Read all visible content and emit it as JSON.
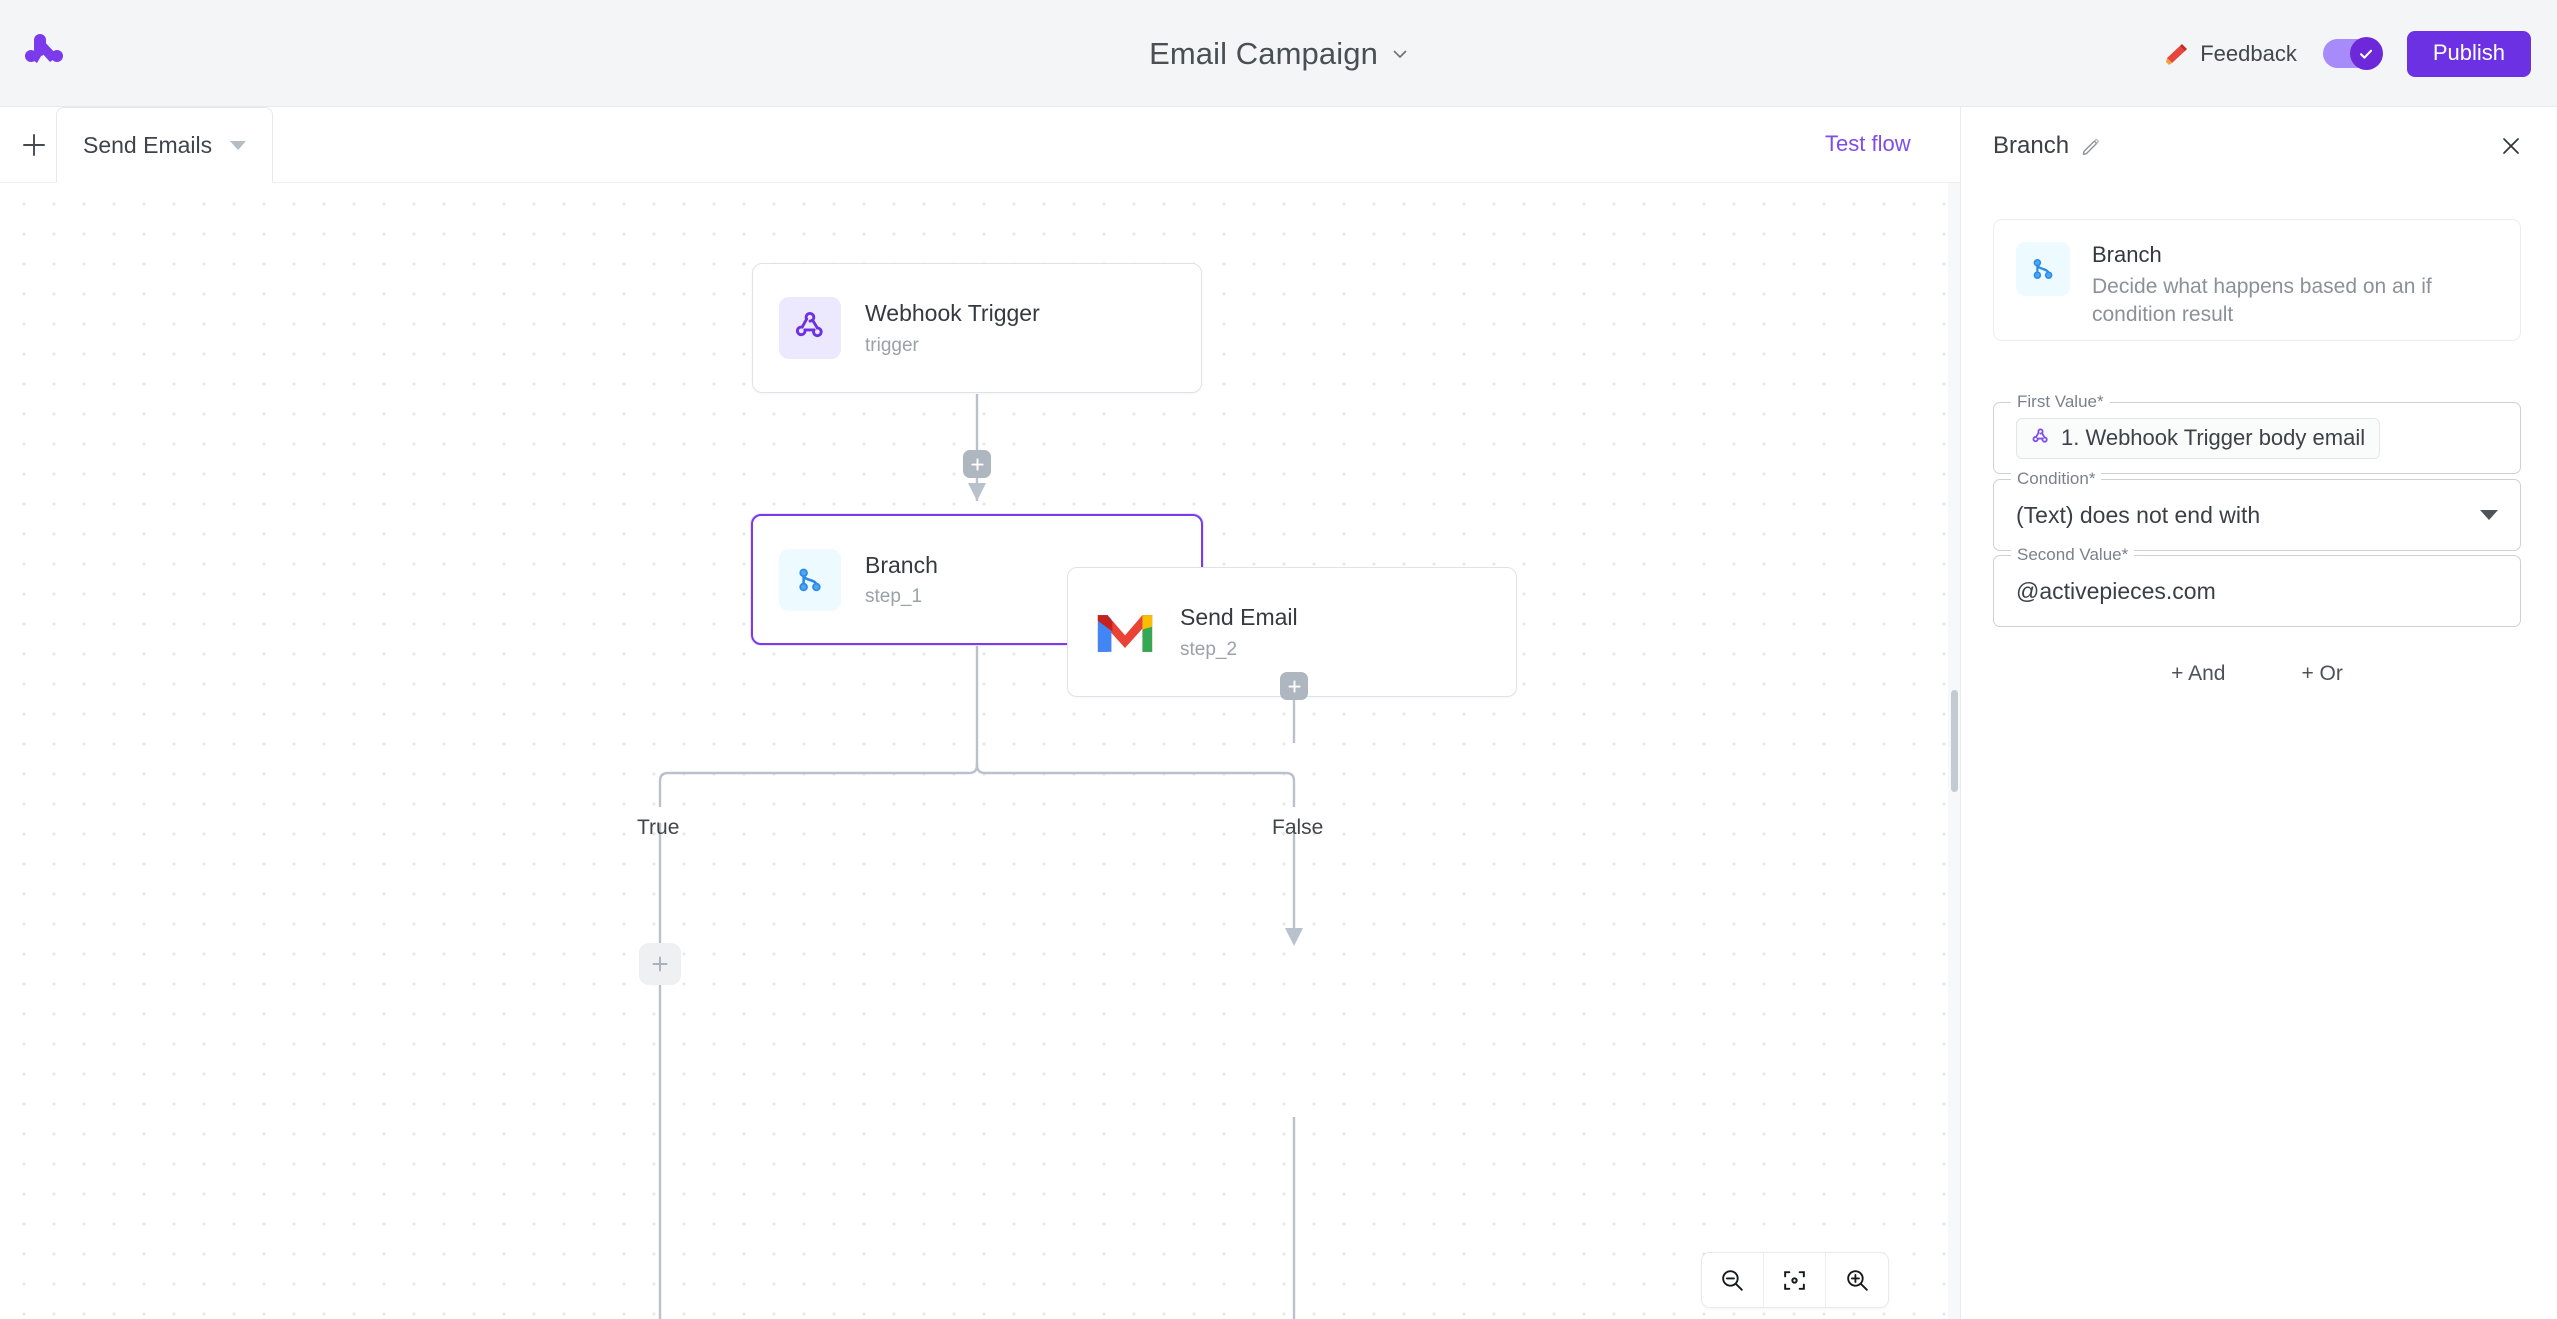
{
  "app": {
    "logo_name": "activepieces-logo",
    "accent_color": "#6d31e4",
    "canvas_bg": "#ffffff"
  },
  "header": {
    "title": "Email Campaign",
    "title_chevron_icon": "chevron-down-icon",
    "feedback_label": "Feedback",
    "feedback_icon": "megaphone-icon",
    "toggle_state": "on",
    "toggle_check_icon": "check-icon",
    "publish_label": "Publish"
  },
  "subbar": {
    "add_tab_icon": "plus-icon",
    "tab_label": "Send Emails",
    "tab_caret_icon": "caret-down-icon",
    "test_flow_label": "Test flow"
  },
  "canvas": {
    "nodes": [
      {
        "name": "Webhook Trigger",
        "step": "trigger",
        "icon": "webhook-icon",
        "selected": false
      },
      {
        "name": "Branch",
        "step": "step_1",
        "icon": "branch-icon",
        "selected": true
      },
      {
        "name": "Send Email",
        "step": "step_2",
        "icon": "gmail-icon",
        "selected": false
      }
    ],
    "branch_labels": {
      "true": "True",
      "false": "False"
    },
    "add_step_icon": "plus-icon",
    "zoom_controls": {
      "zoom_out_icon": "zoom-out-icon",
      "fit_view_icon": "fit-to-view-icon",
      "zoom_in_icon": "zoom-in-icon"
    }
  },
  "panel": {
    "title": "Branch",
    "edit_icon": "pencil-icon",
    "close_icon": "close-icon",
    "piece": {
      "name": "Branch",
      "description": "Decide what happens based on an if condition result",
      "icon": "branch-icon"
    },
    "fields": {
      "first_value": {
        "label": "First Value*",
        "token_icon": "webhook-icon",
        "token_text": "1. Webhook Trigger body email"
      },
      "condition": {
        "label": "Condition*",
        "value": "(Text) does not end with",
        "caret_icon": "caret-down-icon"
      },
      "second_value": {
        "label": "Second Value*",
        "value": "@activepieces.com"
      }
    },
    "logic": {
      "and_label": "+ And",
      "or_label": "+ Or"
    }
  }
}
